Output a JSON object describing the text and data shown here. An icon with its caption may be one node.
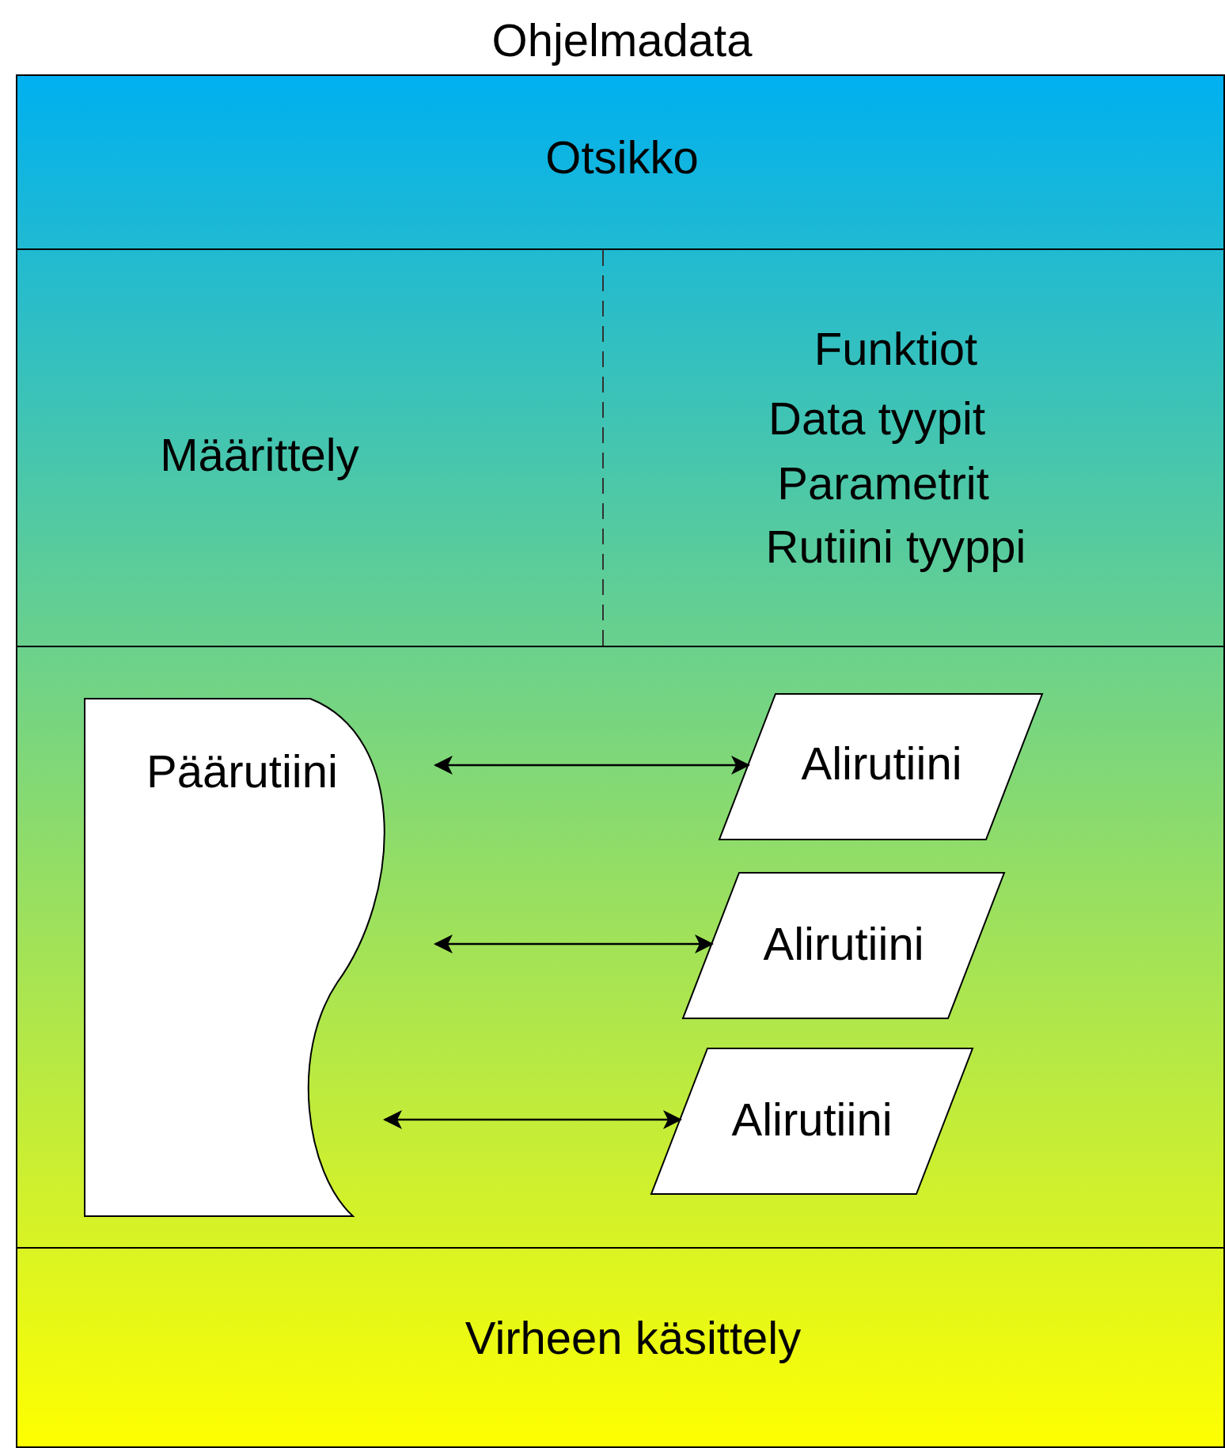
{
  "diagram": {
    "nodes": [
      {
        "text": [
          "Ohjelmadata"
        ]
      },
      {
        "text": [
          "Otsikko"
        ],
        "in": 0
      },
      {
        "text": [
          "Määrittely",
          "Funktiot",
          "Data tyypit",
          "Parametrit",
          "Rutiini tyyppi"
        ],
        "in": 0
      },
      {
        "text": [],
        "shape": "box",
        "in": 0
      },
      {
        "text": [
          "Päärutiini"
        ],
        "in": 3
      },
      {
        "text": [
          "Alirutiini"
        ],
        "in": 3
      },
      {
        "text": [
          "Alirutiini"
        ],
        "in": 3
      },
      {
        "text": [
          "Alirutiini"
        ],
        "in": 3
      },
      {
        "text": [
          "Virheen käsittely"
        ],
        "in": 0
      }
    ],
    "edges": [
      {
        "from": 4,
        "to": 5,
        "arrow": "both"
      },
      {
        "from": 4,
        "to": 6,
        "arrow": "both"
      },
      {
        "from": 4,
        "to": 7,
        "arrow": "both"
      }
    ]
  }
}
